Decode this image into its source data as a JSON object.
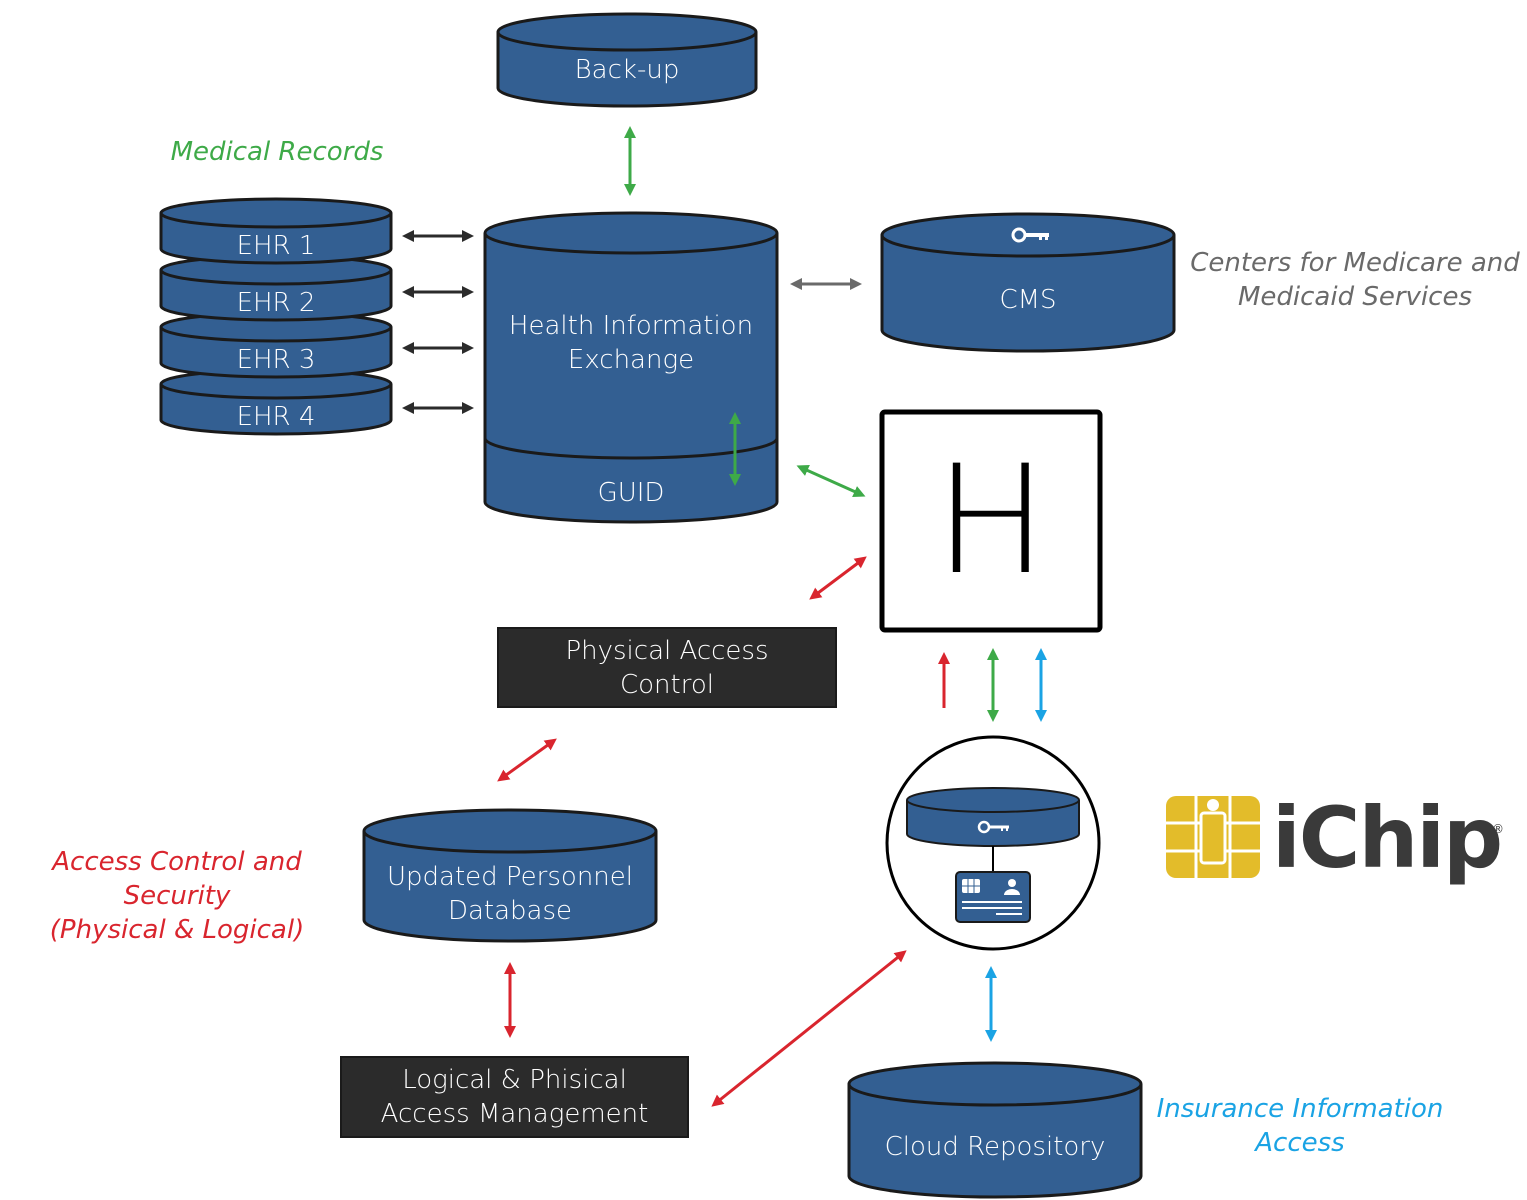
{
  "labels": {
    "backup": "Back-up",
    "ehr1": "EHR 1",
    "ehr2": "EHR 2",
    "ehr3": "EHR 3",
    "ehr4": "EHR 4",
    "hie": "Health Information\nExchange",
    "guid": "GUID",
    "cms": "CMS",
    "hospital_letter": "H",
    "physical_access": "Physical Access\nControl",
    "personnel_db": "Updated Personnel\nDatabase",
    "lpam": "Logical & Phisical\nAccess Management",
    "cloud": "Cloud Repository"
  },
  "captions": {
    "medical_records": "Medical Records",
    "cms_full": "Centers for Medicare and\nMedicaid Services",
    "access_control": "Access Control and Security\n(Physical & Logical)",
    "insurance": "Insurance Information\nAccess"
  },
  "logo": {
    "text": "iChip",
    "registered": "®"
  },
  "colors": {
    "db_fill": "#335f92",
    "db_stroke": "#1a1a1a",
    "dark_box": "#2b2b2b",
    "green": "#3eaa48",
    "red": "#d9252e",
    "blue": "#1aa3e4",
    "gray": "#6a6a6a",
    "black": "#2b2b2b",
    "gold": "#e3bc2a",
    "text_gray": "#6a6a6a"
  },
  "icons": [
    "key-icon",
    "id-card-icon",
    "chip-logo-icon",
    "hospital-icon"
  ]
}
